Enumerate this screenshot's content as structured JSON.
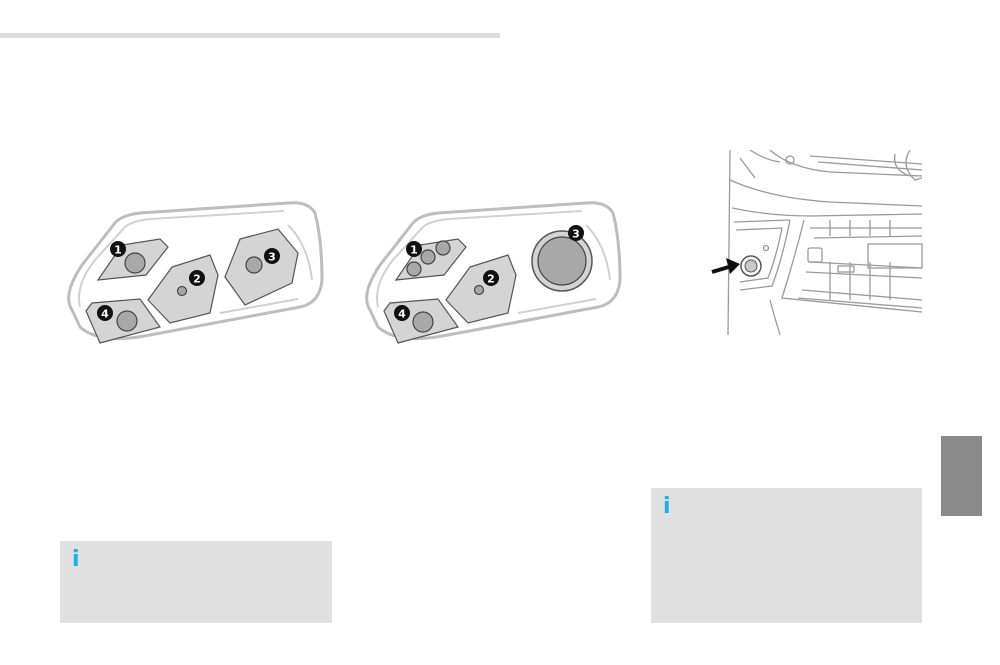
{
  "header": {
    "rule_color": "#dcdcdc"
  },
  "figures": {
    "headlamp_halogen": {
      "callouts": [
        "1",
        "2",
        "3",
        "4"
      ]
    },
    "headlamp_xenon": {
      "callouts": [
        "1",
        "2",
        "3",
        "4"
      ]
    },
    "fog_lamp": {
      "arrow": "arrow pointing to front fog lamp"
    }
  },
  "info_boxes": [
    {
      "icon": "i",
      "icon_color": "#1ab0e6",
      "background": "#e0e0e0"
    },
    {
      "icon": "i",
      "icon_color": "#1ab0e6",
      "background": "#e0e0e0"
    }
  ],
  "chapter_tab": {
    "color": "#8a8a8a"
  }
}
